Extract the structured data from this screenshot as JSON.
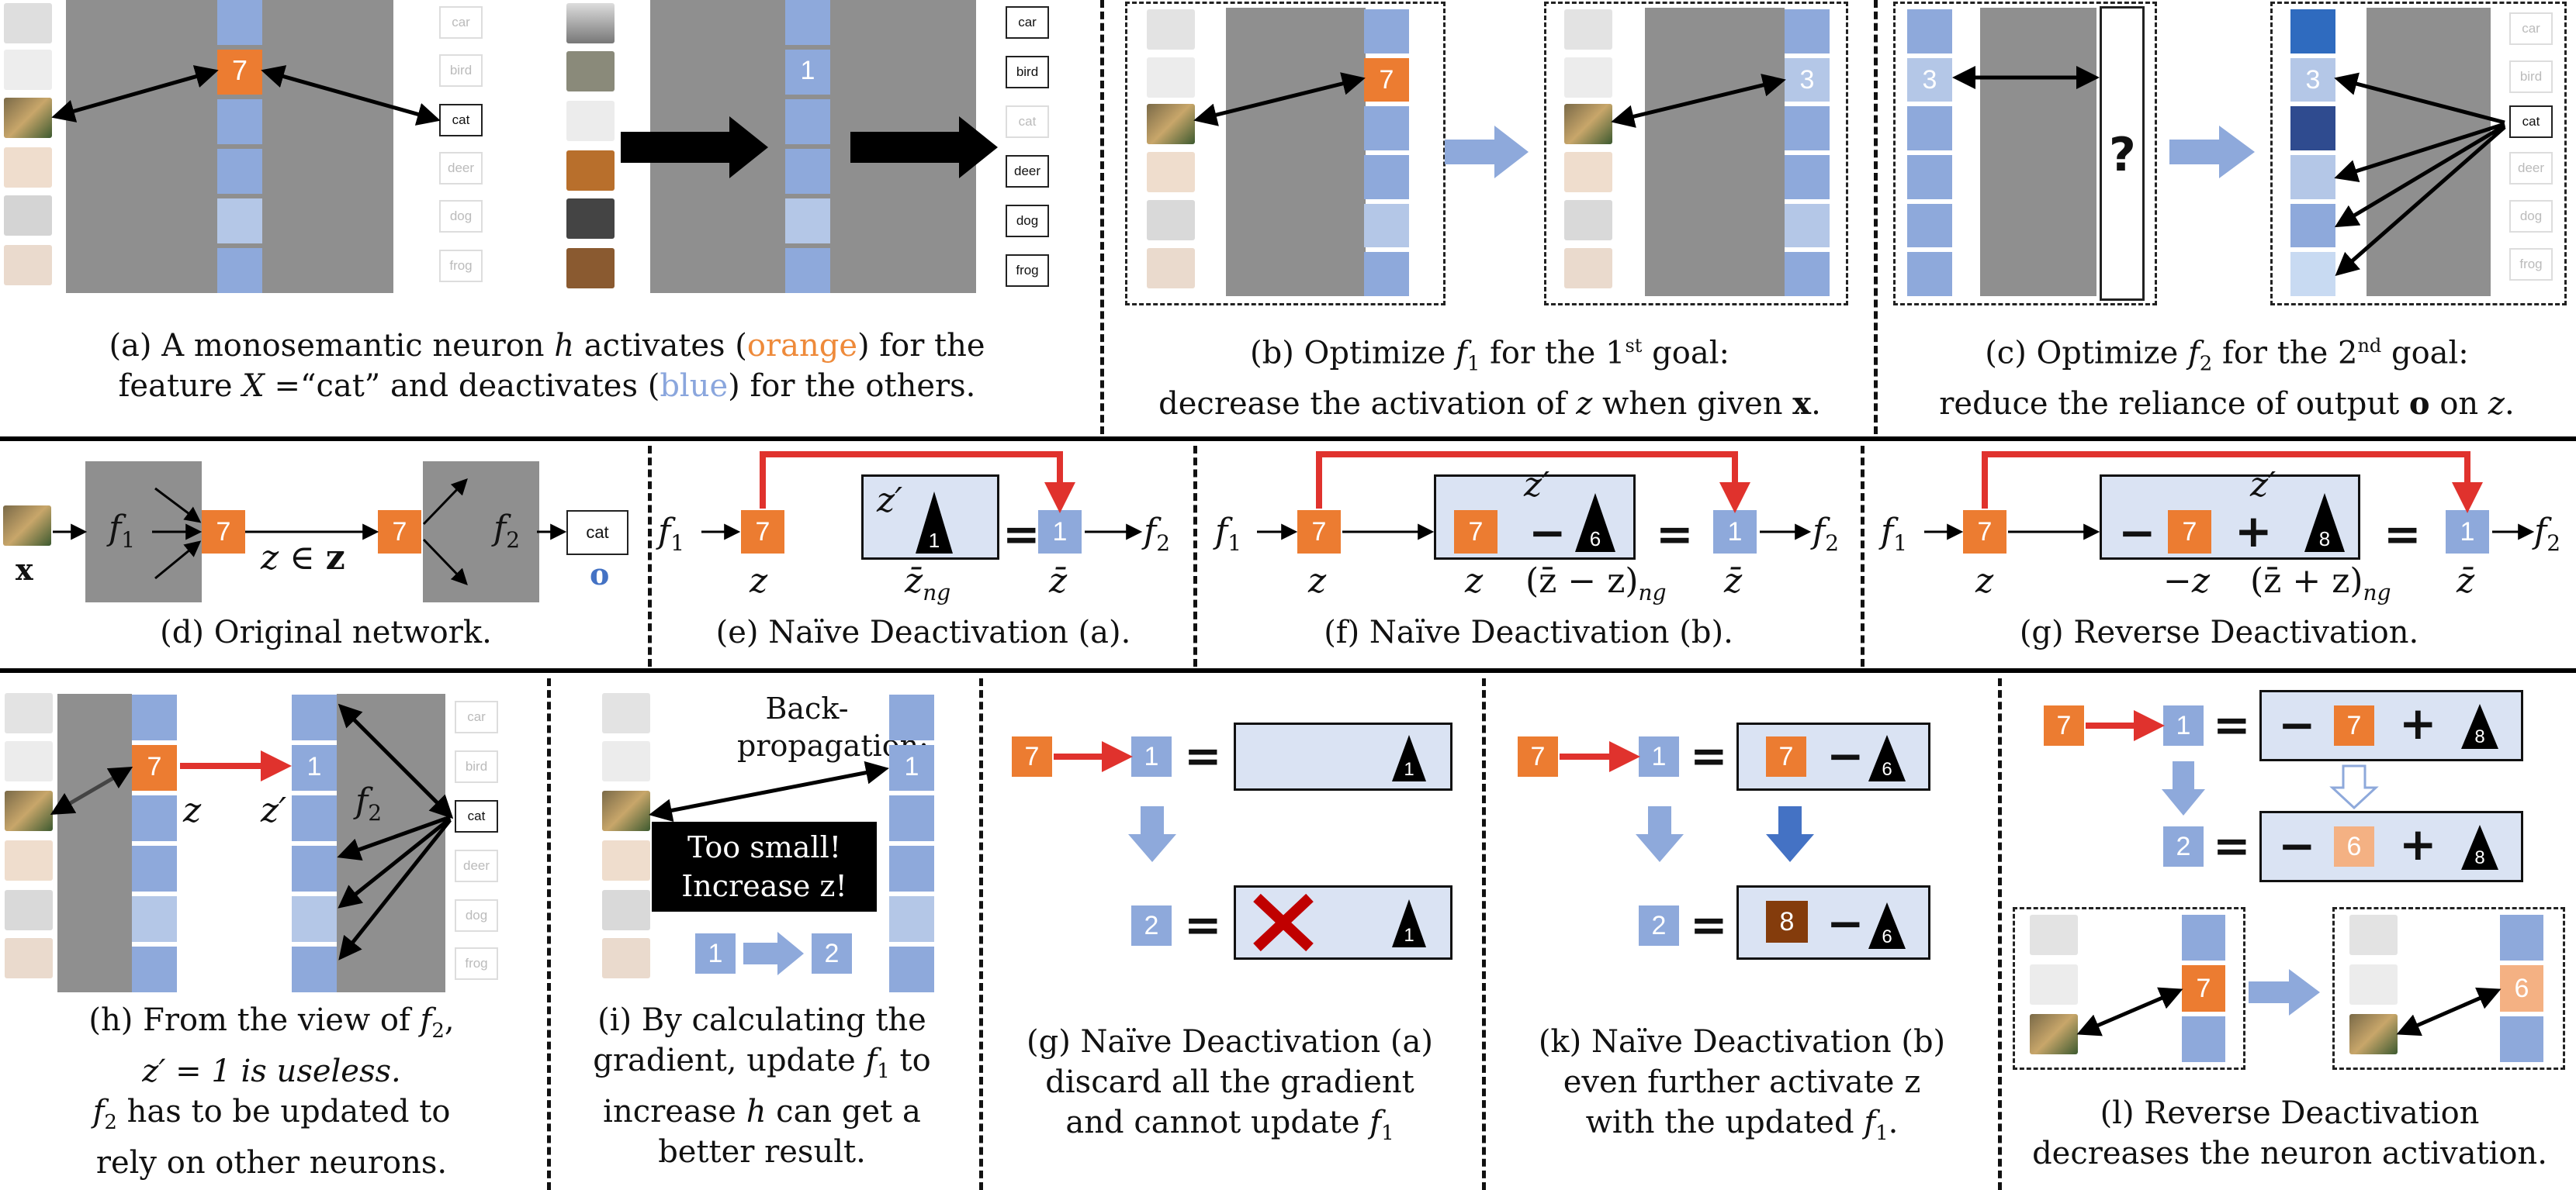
{
  "row1": {
    "cap_a_line1_pre": "(a) A monosemantic neuron ",
    "cap_a_h": "h",
    "cap_a_line1_mid": " activates (",
    "cap_a_orange": "orange",
    "cap_a_line1_post": ") for the",
    "cap_a_line2_pre": "feature ",
    "cap_a_X": "X",
    "cap_a_line2_mid": " =“cat” and deactivates (",
    "cap_a_blue": "blue",
    "cap_a_line2_post": ") for the others.",
    "cap_b_line1_pre": "(b) Optimize ",
    "cap_b_f": "f",
    "cap_b_sub": "1",
    "cap_b_line1_mid": " for the 1",
    "cap_b_sup": "st",
    "cap_b_line1_post": " goal:",
    "cap_b_line2_pre": "decrease the activation of ",
    "cap_b_z": "z",
    "cap_b_line2_mid": " when given ",
    "cap_b_x": "x",
    "cap_b_line2_post": ".",
    "cap_c_line1_pre": "(c) Optimize ",
    "cap_c_f": "f",
    "cap_c_sub": "2",
    "cap_c_line1_mid": " for the 2",
    "cap_c_sup": "nd",
    "cap_c_line1_post": " goal:",
    "cap_c_line2_pre": "reduce the reliance of output ",
    "cap_c_o": "o",
    "cap_c_line2_mid": " on ",
    "cap_c_z": "z",
    "cap_c_line2_post": ".",
    "class_labels": [
      "car",
      "bird",
      "cat",
      "deer",
      "dog",
      "frog"
    ],
    "neuron_a": "7",
    "neuron_a2": "1",
    "neuron_b1": "7",
    "neuron_b2": "3",
    "neuron_c1": "3",
    "neuron_c2": "3",
    "question": "?"
  },
  "row2": {
    "cap_d": "(d) Original network.",
    "cap_e": "(e) Naïve Deactivation (a).",
    "cap_f": "(f) Naïve Deactivation (b).",
    "cap_g": "(g) Reverse Deactivation.",
    "x_label": "x",
    "o_label": "o",
    "cat_label": "cat",
    "f1": "f",
    "f2": "f",
    "sub1": "1",
    "sub2": "2",
    "z": "z",
    "z_in_Z": "z ∈ ",
    "Z": "z",
    "zprime": "z′",
    "zbar": "z̄",
    "zbar_ng": "z̄",
    "ng": "ng",
    "zbar_minus_z": "(z̄ − z)",
    "zbar_plus_z": "(z̄ + z)",
    "minus_z": "−z",
    "n7": "7",
    "n1": "1",
    "t1": "1",
    "t6": "6",
    "t8": "8"
  },
  "row3": {
    "cap_h_line1_pre": "(h) From the view of ",
    "cap_h_f": "f",
    "cap_h_sub": "2",
    "cap_h_line1_post": ",",
    "cap_h_line2": "z′ = 1 is useless.",
    "cap_h_line3_f": "f",
    "cap_h_line3_sub": "2",
    "cap_h_line3": " has to be updated to",
    "cap_h_line4": "rely on other neurons.",
    "cap_i_line1": "(i) By calculating the",
    "cap_i_line2_pre": "gradient, update ",
    "cap_i_f": "f",
    "cap_i_sub": "1",
    "cap_i_line2_post": " to",
    "cap_i_line3_pre": "increase ",
    "cap_i_h": "h",
    "cap_i_line3_post": " can get a",
    "cap_i_line4": "better result.",
    "backprop_1": "Back-",
    "backprop_2": "propagation:",
    "too_small_1": "Too small!",
    "too_small_2": "Increase z!",
    "cap_g2_line1": "(g) Naïve Deactivation (a)",
    "cap_g2_line2": "discard all the gradient",
    "cap_g2_line3_pre": "and cannot update ",
    "cap_g2_f": "f",
    "cap_g2_sub": "1",
    "cap_k_line1": "(k) Naïve Deactivation (b)",
    "cap_k_line2": "even further activate z",
    "cap_k_line3_pre": "with the updated ",
    "cap_k_f": "f",
    "cap_k_sub": "1",
    "cap_k_line3_post": ".",
    "cap_l_line1": "(l) Reverse Deactivation",
    "cap_l_line2": "decreases the neuron activation.",
    "z": "z",
    "zprime": "z′",
    "f2": "f",
    "sub2": "2",
    "n7": "7",
    "n1": "1",
    "n2": "2",
    "n6": "6",
    "n8": "8",
    "t1": "1",
    "t6": "6",
    "t8": "8",
    "cat_label": "cat",
    "class_labels": [
      "car",
      "bird",
      "cat",
      "deer",
      "dog",
      "frog"
    ]
  }
}
